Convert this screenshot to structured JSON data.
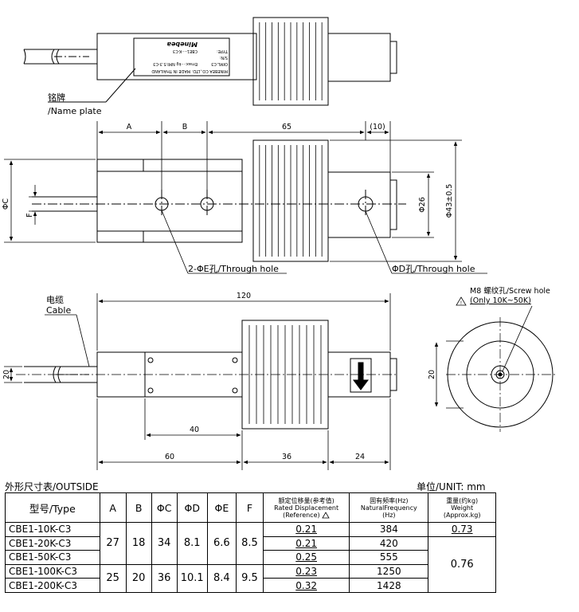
{
  "drawing": {
    "nameplate": {
      "label_cn": "铭牌",
      "label_en": "/Name plate",
      "brand": "Minebea",
      "line_type": "TYPE:",
      "line_model": "CBE1-···K-C3",
      "line_sn": "S/N:",
      "line_cap": "Emax:···kg NMI:5.3-C3",
      "line_year": "OIML:C3",
      "line_mfr": "MINEBEA CO.,LTD. MADE IN THAILAND"
    },
    "dims": {
      "a": "A",
      "b": "B",
      "d65": "65",
      "d10": "(10)",
      "phi_c": "ΦC",
      "f": "F",
      "phi26": "Φ26",
      "phi43": "Φ43±0.5",
      "d120": "120",
      "d20_left": "20",
      "d20_right": "20",
      "d40": "40",
      "d60": "60",
      "d36": "36",
      "d24": "24"
    },
    "callouts": {
      "through_hole_2": "2-ΦE孔/Through hole",
      "through_hole_d": "ΦD孔/Through hole",
      "cable_cn": "电缆",
      "cable_en": "Cable",
      "screw_hole": "M8 螺纹孔/Screw hole",
      "screw_only": "(Only 10K~50K)",
      "warning_mark": "!"
    }
  },
  "table": {
    "title": "外形尺寸表/OUTSIDE",
    "unit": "单位/UNIT: mm",
    "headers": {
      "type": "型号/Type",
      "a": "A",
      "b": "B",
      "c": "ΦC",
      "d": "ΦD",
      "e": "ΦE",
      "f": "F",
      "disp_cn": "额定位移量(参考值)",
      "disp_en1": "Rated Displacement",
      "disp_en2": "(Reference)",
      "freq_cn": "固有频率(Hz)",
      "freq_en1": "NaturalFrequency",
      "freq_en2": "(Hz)",
      "weight_cn": "重量(约kg)",
      "weight_en1": "Weight",
      "weight_en2": "(Approx.kg)"
    },
    "groups": [
      {
        "a": "27",
        "b": "18",
        "c": "34",
        "d": "8.1",
        "e": "6.6",
        "f": "8.5"
      },
      {
        "a": "25",
        "b": "20",
        "c": "36",
        "d": "10.1",
        "e": "8.4",
        "f": "9.5"
      }
    ],
    "rows": [
      {
        "type": "CBE1-10K-C3",
        "disp": "0.21",
        "freq": "384"
      },
      {
        "type": "CBE1-20K-C3",
        "disp": "0.21",
        "freq": "420"
      },
      {
        "type": "CBE1-50K-C3",
        "disp": "0.25",
        "freq": "555"
      },
      {
        "type": "CBE1-100K-C3",
        "disp": "0.23",
        "freq": "1250"
      },
      {
        "type": "CBE1-200K-C3",
        "disp": "0.32",
        "freq": "1428"
      }
    ],
    "weights": [
      "0.73",
      "0.76"
    ]
  }
}
